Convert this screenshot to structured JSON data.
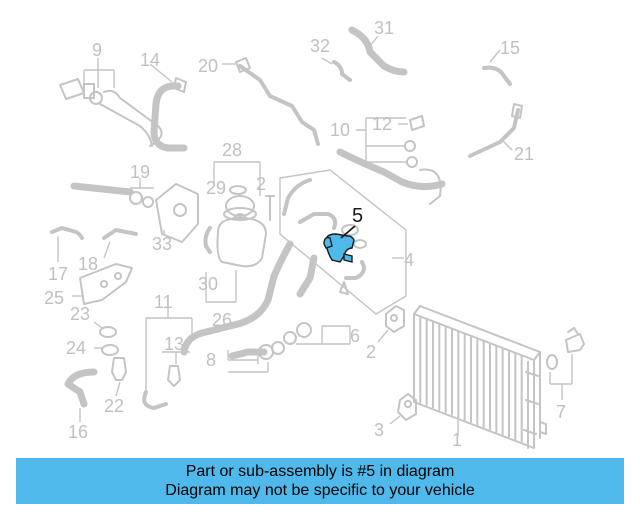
{
  "diagram": {
    "highlight_color": "#4fb9ec",
    "line_color": "#c4c4c4",
    "highlighted_callout": "5",
    "callouts": [
      "9",
      "14",
      "20",
      "32",
      "31",
      "15",
      "19",
      "28",
      "29",
      "2",
      "12",
      "10",
      "21",
      "33",
      "17",
      "18",
      "25",
      "30",
      "4",
      "23",
      "11",
      "13",
      "6",
      "24",
      "26",
      "8",
      "2",
      "22",
      "16",
      "3",
      "1",
      "7"
    ]
  },
  "info_bar": {
    "line1": "Part or sub-assembly is #5 in diagram",
    "line2": "Diagram may not be specific to your vehicle"
  }
}
